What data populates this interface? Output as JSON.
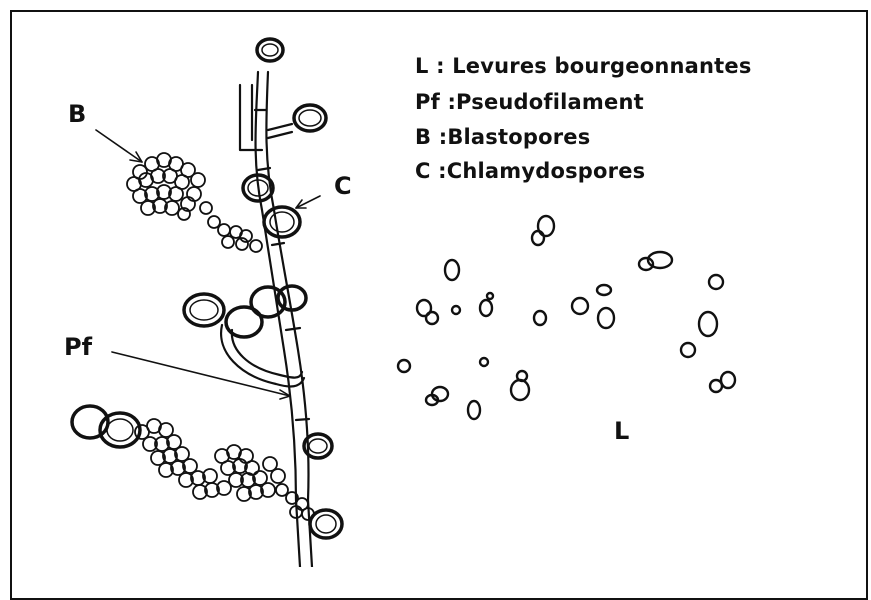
{
  "legend": {
    "l": "L : Levures bourgeonnantes",
    "pf": "Pf :Pseudofilament",
    "b": "B :Blastopores",
    "c": "C :Chlamydospores"
  },
  "labels": {
    "b": "B",
    "c": "C",
    "pf": "Pf",
    "l": "L"
  }
}
